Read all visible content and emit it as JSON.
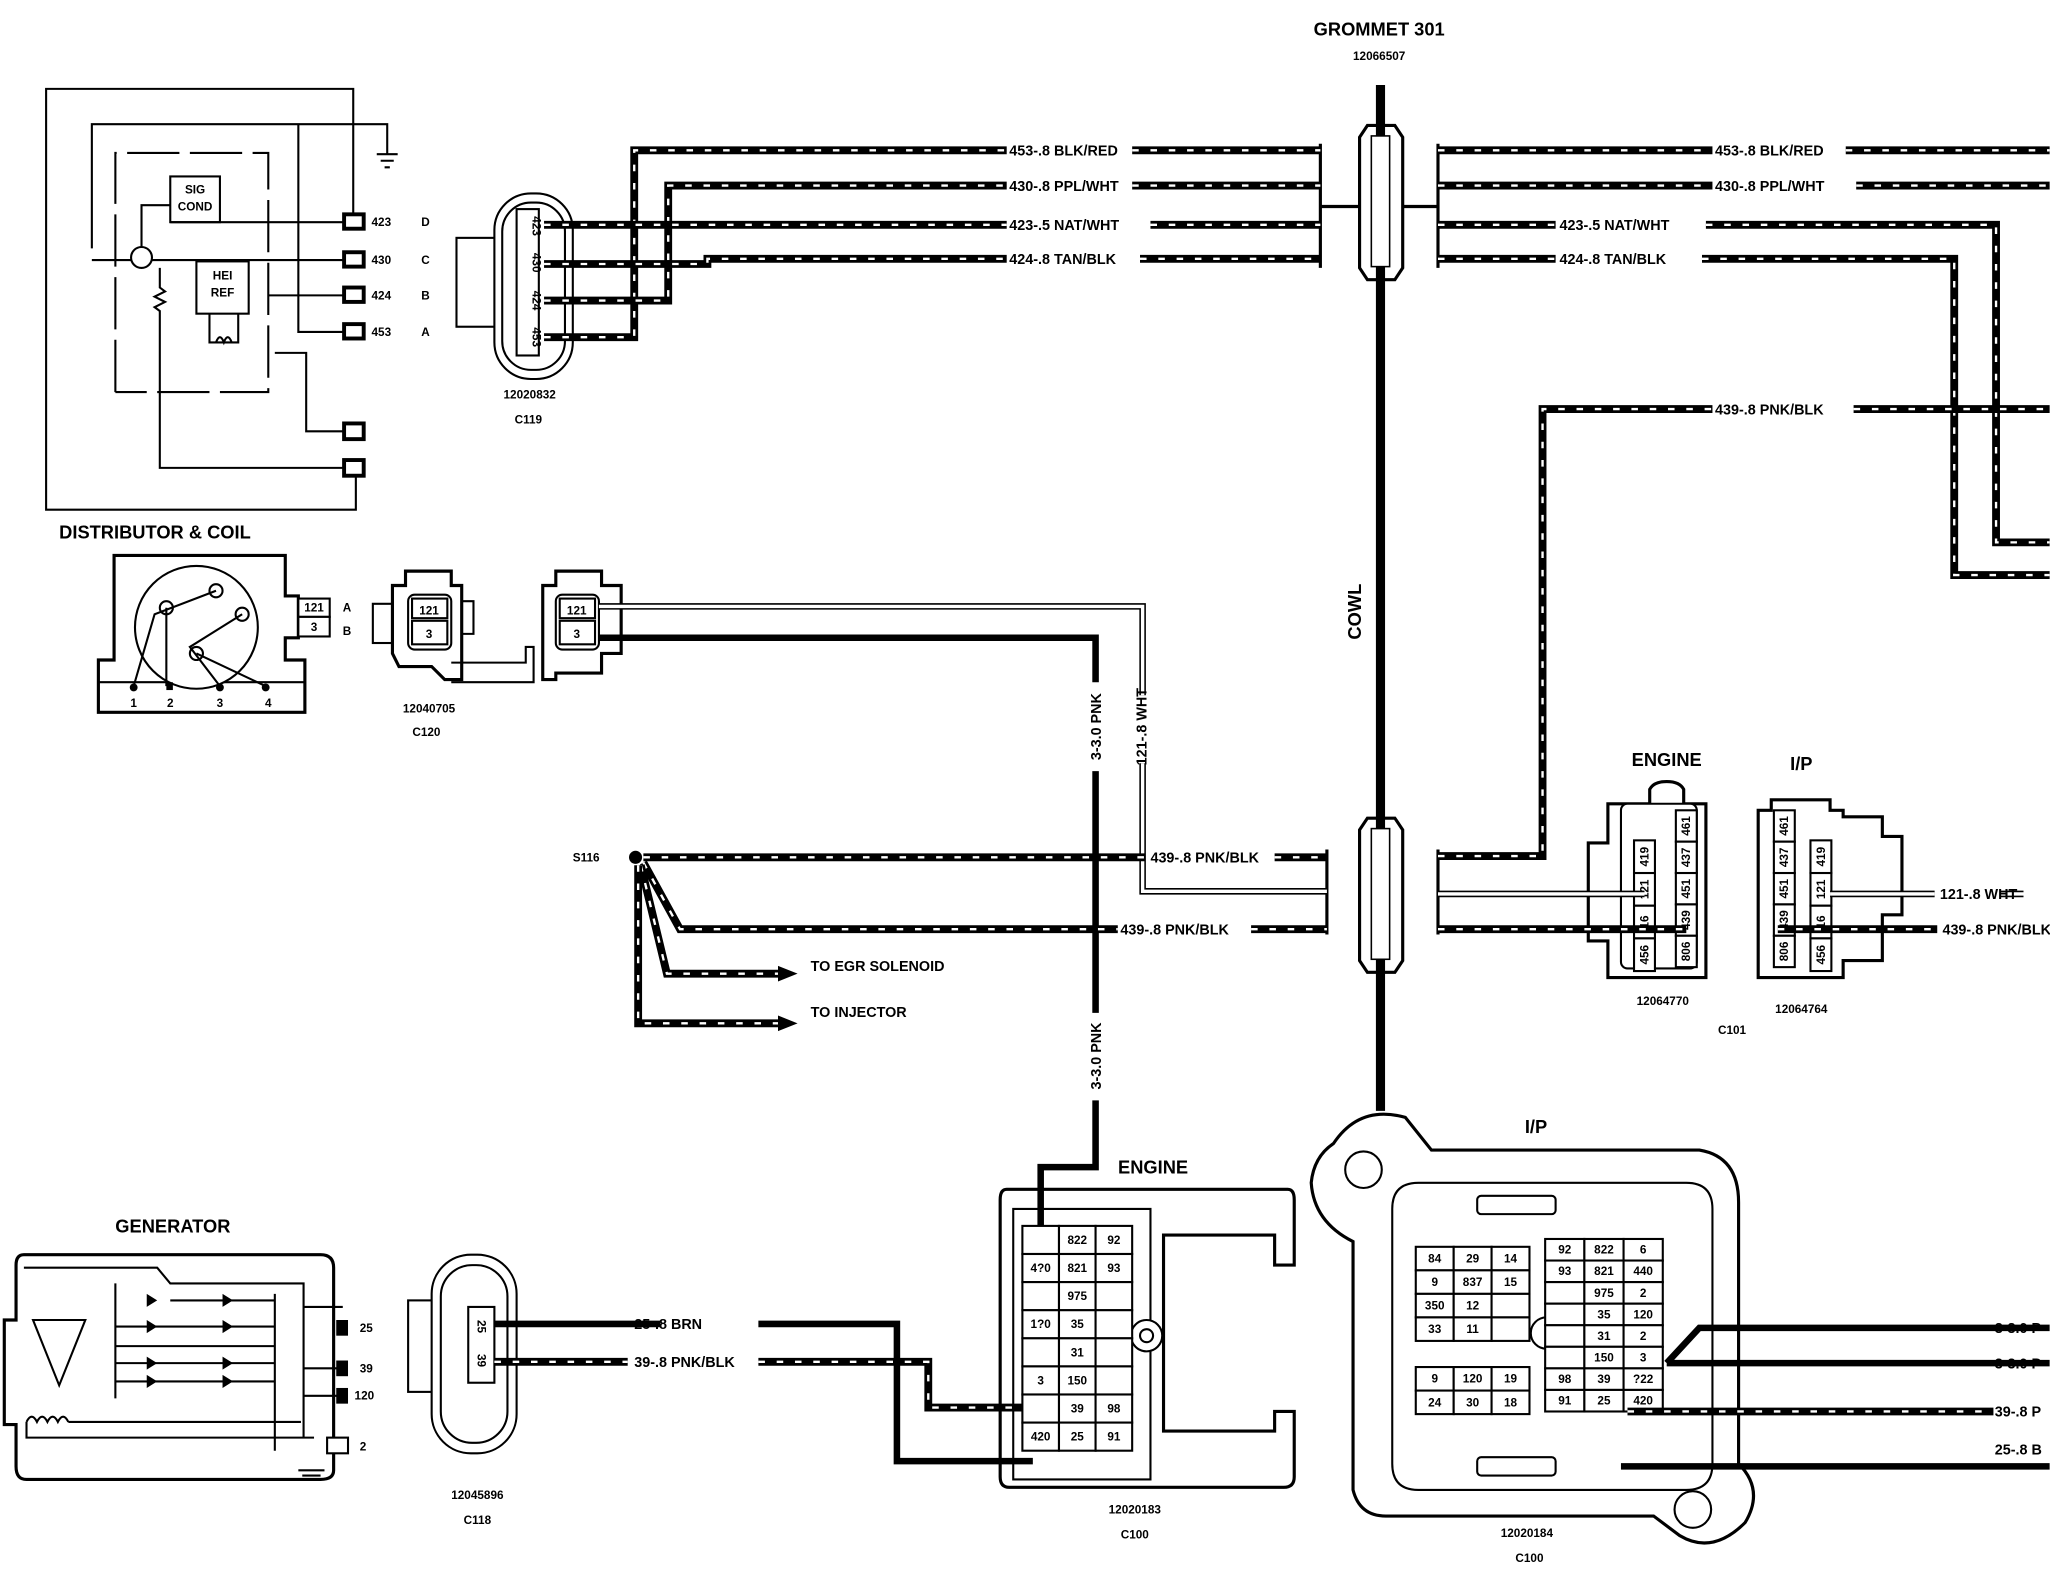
{
  "grommet": {
    "title": "GROMMET 301",
    "part": "12066507",
    "cowl": "COWL"
  },
  "distributor": {
    "title": "DISTRIBUTOR &  COIL",
    "sig_cond": [
      "SIG",
      "COND"
    ],
    "hei_ref": [
      "HEI",
      "REF"
    ],
    "pins": [
      {
        "circuit": "423",
        "letter": "D"
      },
      {
        "circuit": "430",
        "letter": "C"
      },
      {
        "circuit": "424",
        "letter": "B"
      },
      {
        "circuit": "453",
        "letter": "A"
      }
    ],
    "cap_pins": [
      "1",
      "2",
      "3",
      "4"
    ],
    "coil_pins": [
      {
        "circuit": "121",
        "letter": "A"
      },
      {
        "circuit": "3",
        "letter": "B"
      }
    ]
  },
  "c119": {
    "part": "12020832",
    "name": "C119",
    "cavities": [
      "423",
      "430",
      "424",
      "453"
    ]
  },
  "c120": {
    "part": "12040705",
    "name": "C120",
    "cavities": [
      "121",
      "3"
    ]
  },
  "wires_top_left": [
    "453-.8 BLK/RED",
    "430-.8 PPL/WHT",
    "423-.5 NAT/WHT",
    "424-.8 TAN/BLK"
  ],
  "wires_top_right": [
    "453-.8 BLK/RED",
    "430-.8 PPL/WHT",
    "423-.5 NAT/WHT",
    "424-.8 TAN/BLK",
    "439-.8 PNK/BLK"
  ],
  "mid": {
    "wire_3_pnk_a": "3-3.0 PNK",
    "wire_121_wht": "121-.8 WHT",
    "wire_3_pnk_b": "3-3.0 PNK",
    "splice": "S116",
    "wire_439_a": "439-.8 PNK/BLK",
    "wire_439_b": "439-.8 PNK/BLK",
    "to_egr": "TO EGR SOLENOID",
    "to_injector": "TO INJECTOR"
  },
  "c101": {
    "name": "C101",
    "engine": {
      "label": "ENGINE",
      "part": "12064770",
      "col_left": [
        "419",
        "121",
        "16",
        "456"
      ],
      "col_right": [
        "461",
        "437",
        "451",
        "439",
        "806"
      ]
    },
    "ip": {
      "label": "I/P",
      "part": "12064764",
      "col_left": [
        "461",
        "437",
        "451",
        "439",
        "806"
      ],
      "col_right": [
        "419",
        "121",
        "16",
        "456"
      ]
    },
    "wire_121": "121-.8 WHT",
    "wire_439": "439-.8 PNK/BLK"
  },
  "generator": {
    "title": "GENERATOR",
    "terminals": [
      "25",
      "39",
      "120",
      "2"
    ]
  },
  "c118": {
    "part": "12045896",
    "name": "C118",
    "cavities": [
      "25",
      "39"
    ],
    "wire_25": "25-.8 BRN",
    "wire_39": "39-.8 PNK/BLK"
  },
  "c100_engine": {
    "label": "ENGINE",
    "part": "12020183",
    "name": "C100",
    "rows": [
      [
        "",
        "822",
        "92"
      ],
      [
        "4?0",
        "821",
        "93"
      ],
      [
        "",
        "975",
        ""
      ],
      [
        "1?0",
        "35",
        ""
      ],
      [
        "",
        "31",
        ""
      ],
      [
        "3",
        "150",
        ""
      ],
      [
        "",
        "39",
        "98"
      ],
      [
        "420",
        "25",
        "91"
      ]
    ]
  },
  "c100_ip": {
    "label": "I/P",
    "part": "12020184",
    "name": "C100",
    "block_a": [
      [
        "84",
        "29",
        "14"
      ],
      [
        "9",
        "837",
        "15"
      ],
      [
        "350",
        "12",
        ""
      ],
      [
        "33",
        "11",
        ""
      ]
    ],
    "block_b": [
      [
        "9",
        "120",
        "19"
      ],
      [
        "24",
        "30",
        "18"
      ]
    ],
    "block_c": [
      [
        "92",
        "822",
        "6"
      ],
      [
        "93",
        "821",
        "440"
      ],
      [
        "",
        "975",
        "2"
      ],
      [
        "",
        "35",
        "120"
      ],
      [
        "",
        "31",
        "2"
      ],
      [
        "",
        "150",
        "3"
      ],
      [
        "98",
        "39",
        "?22"
      ],
      [
        "91",
        "25",
        "420"
      ]
    ],
    "wires": [
      "3-3.0 P",
      "3-3.0 P",
      "39-.8 P",
      "25-.8 B"
    ]
  }
}
